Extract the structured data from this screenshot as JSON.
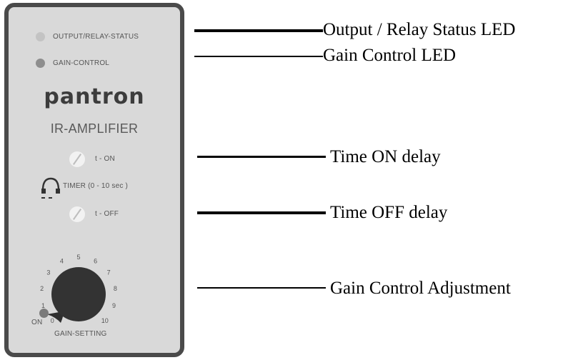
{
  "panel": {
    "led_labels": {
      "output_relay_status": "OUTPUT/RELAY-STATUS",
      "gain_control": "GAIN-CONTROL"
    },
    "brand": "pantron",
    "model": "IR-AMPLIFIER",
    "timer": {
      "t_on": "t - ON",
      "t_off": "t - OFF",
      "timer_label": "TIMER (0 - 10 sec )"
    },
    "dial": {
      "scale": [
        "0",
        "1",
        "2",
        "3",
        "4",
        "5",
        "6",
        "7",
        "8",
        "9",
        "10"
      ],
      "on_label": "ON",
      "gain_setting_label": "GAIN-SETTING"
    }
  },
  "callouts": [
    {
      "id": "output",
      "text": "Output / Relay Status LED"
    },
    {
      "id": "gain_led",
      "text": "Gain Control LED"
    },
    {
      "id": "t_on",
      "text": "Time ON delay"
    },
    {
      "id": "t_off",
      "text": "Time OFF delay"
    },
    {
      "id": "gain_adj",
      "text": "Gain Control Adjustment"
    }
  ]
}
